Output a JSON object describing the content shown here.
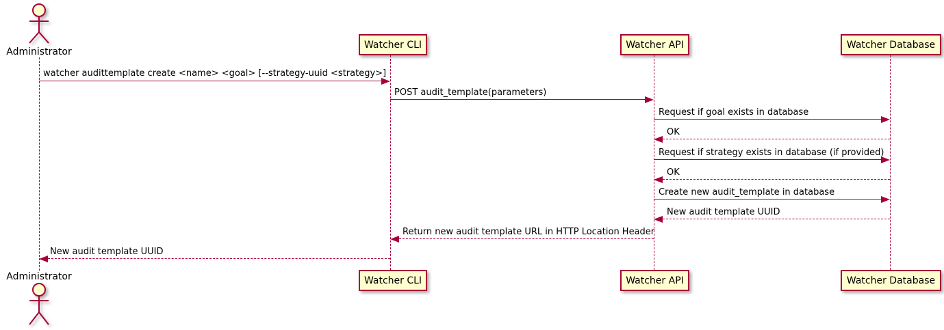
{
  "diagram": {
    "type": "uml-sequence",
    "colors": {
      "line": "#A80036",
      "participant_fill": "#FEFECE",
      "text": "#000000",
      "background": "#FFFFFF"
    }
  },
  "actor": {
    "label": "Administrator"
  },
  "participants": [
    {
      "label": "Watcher CLI"
    },
    {
      "label": "Watcher API"
    },
    {
      "label": "Watcher Database"
    }
  ],
  "messages": [
    {
      "from": "Administrator",
      "to": "Watcher CLI",
      "line": "solid",
      "text": "watcher audittemplate create <name> <goal> [--strategy-uuid <strategy>]"
    },
    {
      "from": "Watcher CLI",
      "to": "Watcher API",
      "line": "solid",
      "text": "POST audit_template(parameters)"
    },
    {
      "from": "Watcher API",
      "to": "Watcher Database",
      "line": "solid",
      "text": "Request if goal exists in database"
    },
    {
      "from": "Watcher Database",
      "to": "Watcher API",
      "line": "dashed",
      "text": "OK"
    },
    {
      "from": "Watcher API",
      "to": "Watcher Database",
      "line": "solid",
      "text": "Request if strategy exists in database (if provided)"
    },
    {
      "from": "Watcher Database",
      "to": "Watcher API",
      "line": "dashed",
      "text": "OK"
    },
    {
      "from": "Watcher API",
      "to": "Watcher Database",
      "line": "solid",
      "text": "Create new audit_template in database"
    },
    {
      "from": "Watcher Database",
      "to": "Watcher API",
      "line": "dashed",
      "text": "New audit template UUID"
    },
    {
      "from": "Watcher API",
      "to": "Watcher CLI",
      "line": "dashed",
      "text": "Return new audit template URL in HTTP Location Header"
    },
    {
      "from": "Watcher CLI",
      "to": "Administrator",
      "line": "dashed",
      "text": "New audit template UUID"
    }
  ]
}
